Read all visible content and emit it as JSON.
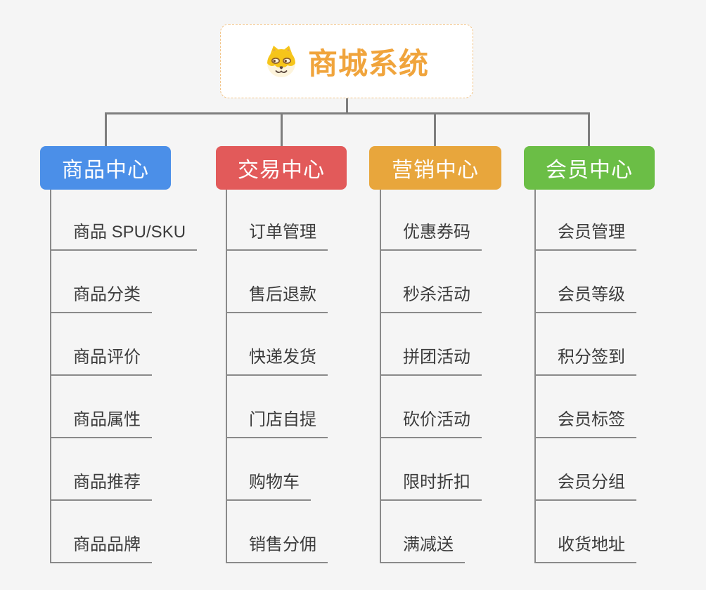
{
  "root": {
    "title": "商城系统",
    "icon": "dog-face-icon",
    "title_color": "#F0A43C",
    "border_color": "#F1C386",
    "background": "#FFFFFF"
  },
  "canvas": {
    "background_color": "#F5F5F5",
    "connector_color": "#7E7E7E",
    "leaf_text_color": "#3C3C3C"
  },
  "branches": [
    {
      "label": "商品中心",
      "color": "#4B8FE8",
      "items": [
        "商品 SPU/SKU",
        "商品分类",
        "商品评价",
        "商品属性",
        "商品推荐",
        "商品品牌"
      ]
    },
    {
      "label": "交易中心",
      "color": "#E25A5A",
      "items": [
        "订单管理",
        "售后退款",
        "快递发货",
        "门店自提",
        "购物车",
        "销售分佣"
      ]
    },
    {
      "label": "营销中心",
      "color": "#E8A63C",
      "items": [
        "优惠券码",
        "秒杀活动",
        "拼团活动",
        "砍价活动",
        "限时折扣",
        "满减送"
      ]
    },
    {
      "label": "会员中心",
      "color": "#6BBE46",
      "items": [
        "会员管理",
        "会员等级",
        "积分签到",
        "会员标签",
        "会员分组",
        "收货地址"
      ]
    }
  ]
}
